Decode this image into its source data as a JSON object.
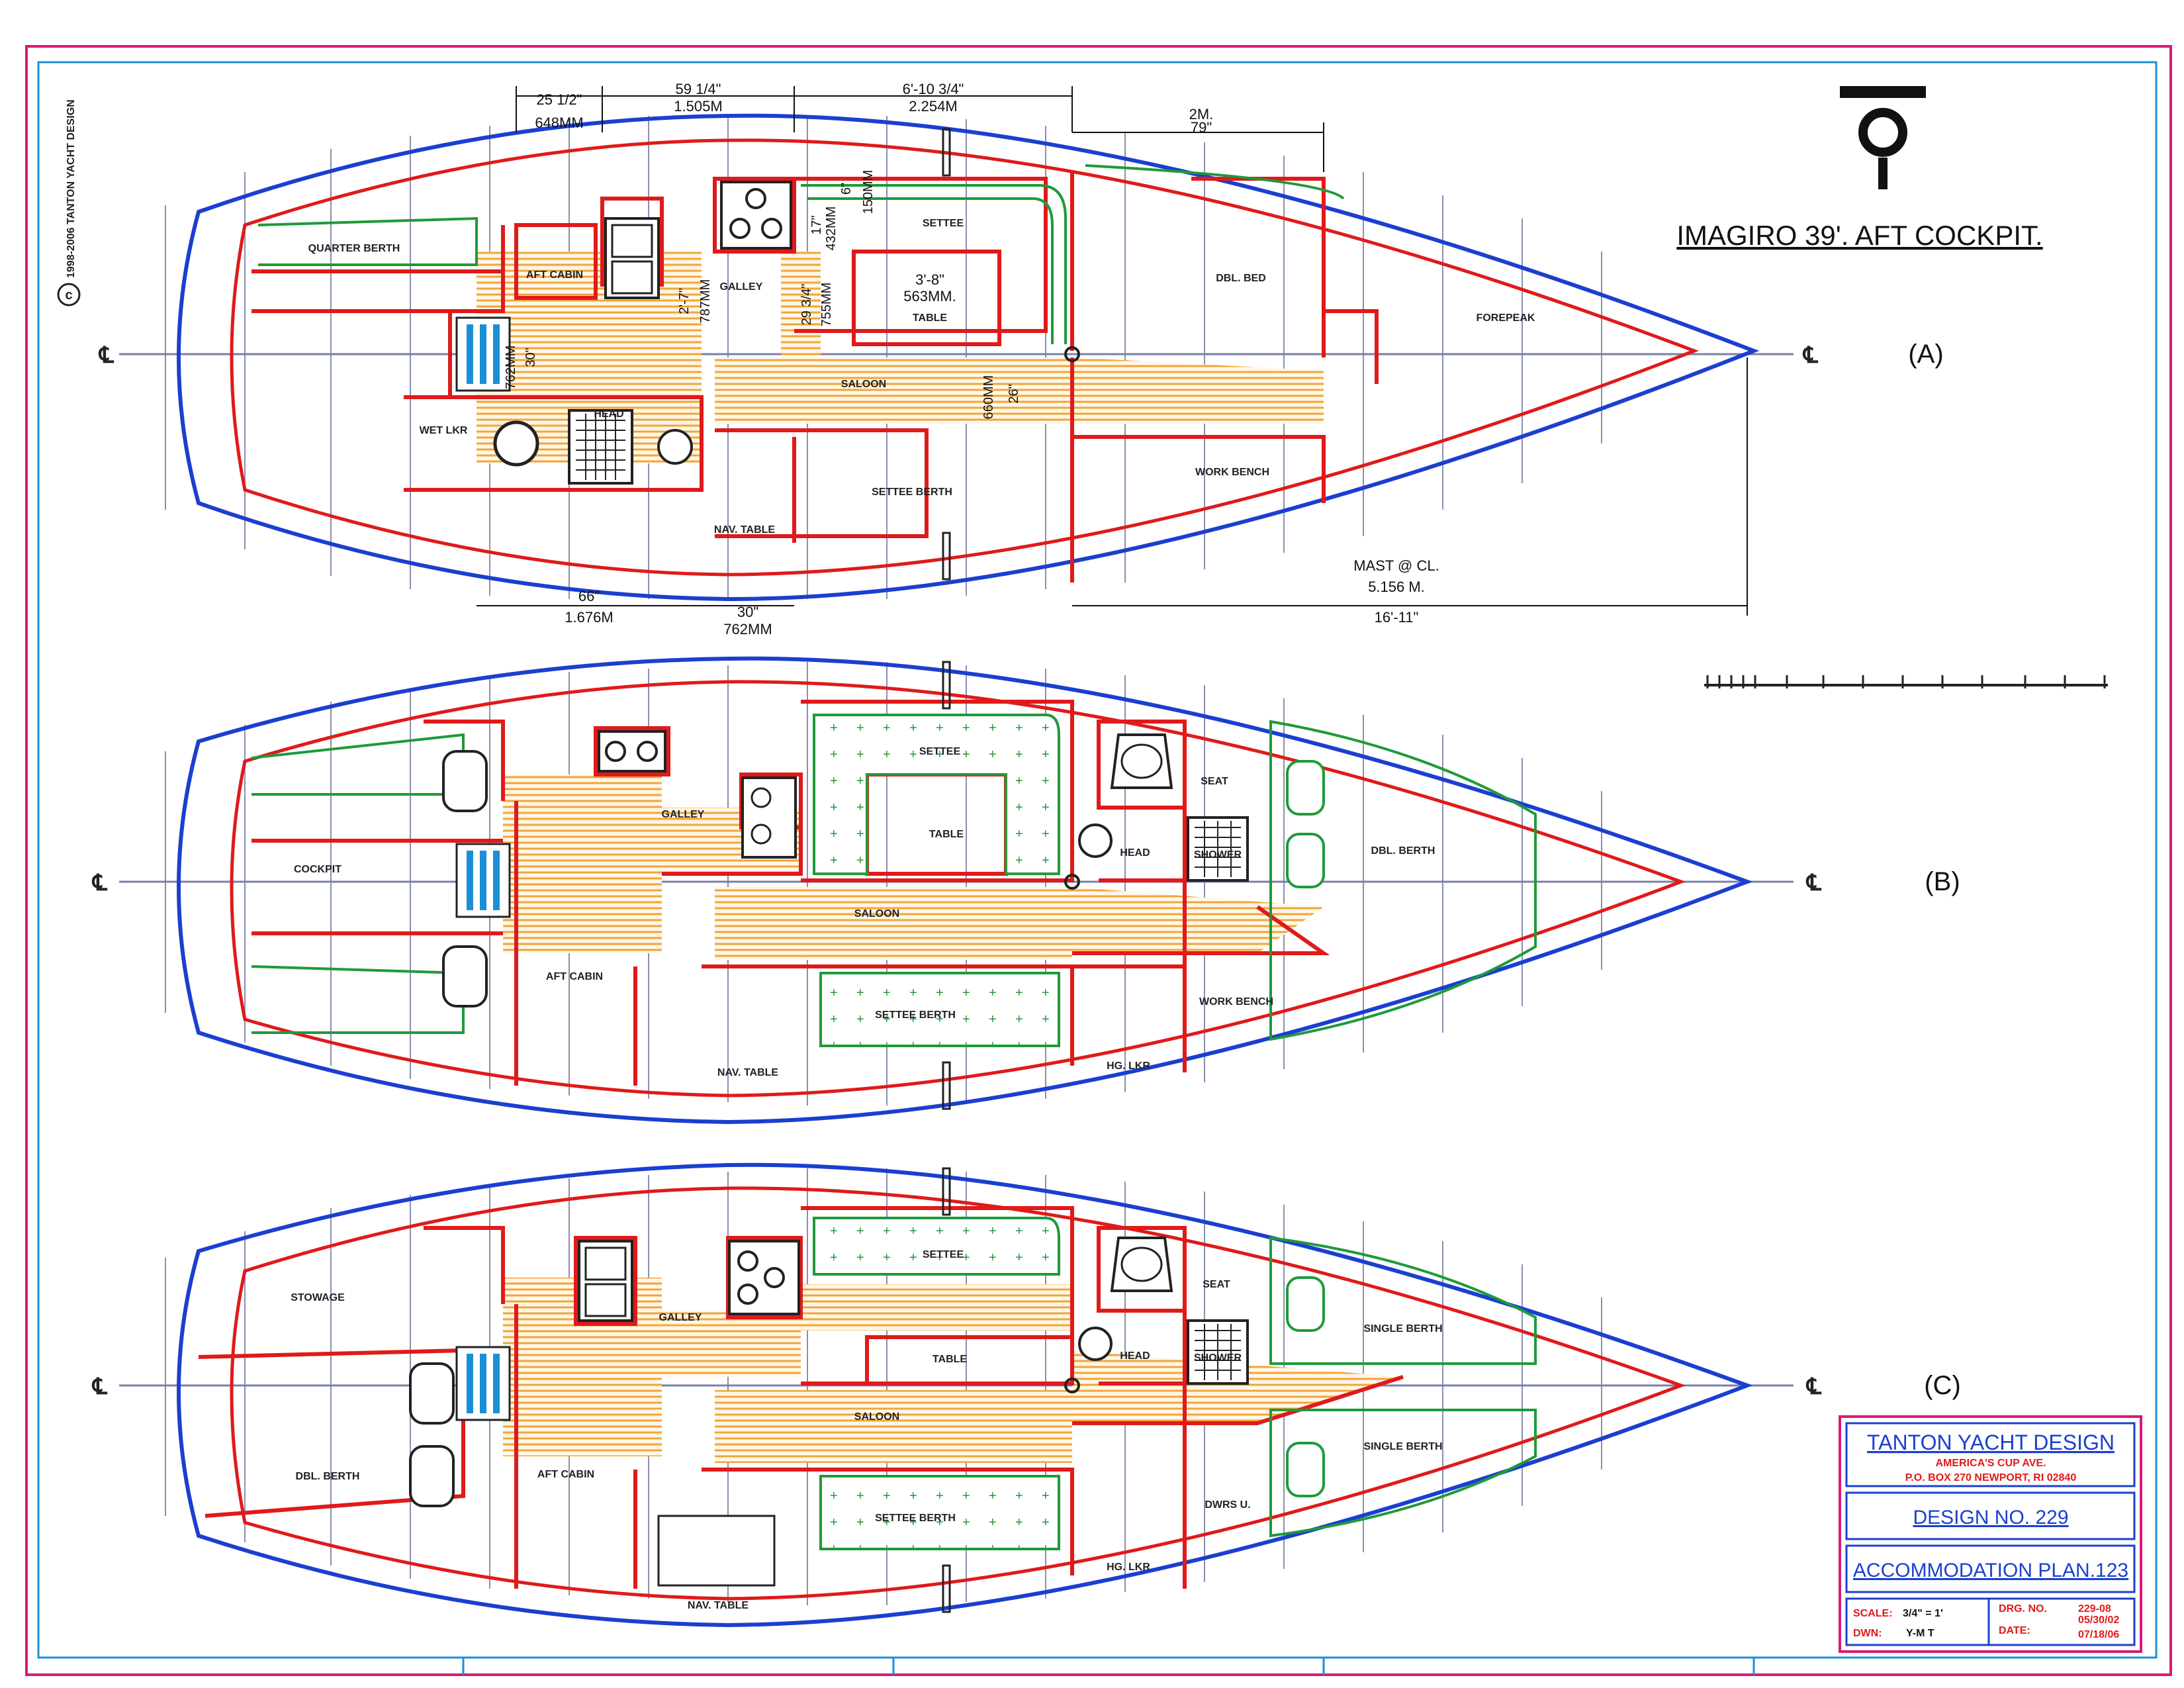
{
  "title": "IMAGIRO 39'. AFT COCKPIT.",
  "copyright": "1998-2006 TANTON YACHT DESIGN",
  "centerline_symbol": "℄",
  "plans": [
    {
      "id": "(A)",
      "rooms": [
        "QUARTER BERTH",
        "AFT CABIN",
        "GALLEY",
        "SETTEE",
        "DBL. BED",
        "FOREPEAK",
        "TABLE",
        "SALOON",
        "WET LKR",
        "HEAD",
        "SETTEE BERTH",
        "WORK BENCH",
        "NAV. TABLE"
      ],
      "dimensions": {
        "d1a": "25 1/2\"",
        "d1b": "648MM",
        "d2a": "59 1/4\"",
        "d2b": "1.505M",
        "d3a": "6'-10 3/4\"",
        "d3b": "2.254M",
        "d4a": "2M.",
        "d4b": "79\"",
        "d5a": "6\"",
        "d5b": "150MM",
        "d6a": "17\"",
        "d6b": "432MM",
        "d7a": "3'-8\"",
        "d7b": "563MM.",
        "d8a": "2'-7\"",
        "d8b": "787MM",
        "d9a": "29 3/4\"",
        "d9b": "755MM",
        "d10a": "762MM",
        "d10b": "30\"",
        "d11a": "660MM",
        "d11b": "26\"",
        "d12a": "66\"",
        "d12b": "1.676M",
        "d13a": "30\"",
        "d13b": "762MM",
        "mast1": "MAST @ CL.",
        "mast2": "5.156 M.",
        "mast3": "16'-11\""
      }
    },
    {
      "id": "(B)",
      "rooms": [
        "SETTEE",
        "GALLEY",
        "SEAT",
        "TABLE",
        "COCKPIT",
        "HEAD",
        "SHOWER",
        "DBL. BERTH",
        "SALOON",
        "AFT CABIN",
        "SETTEE BERTH",
        "WORK BENCH",
        "NAV. TABLE",
        "HG. LKR"
      ]
    },
    {
      "id": "(C)",
      "rooms": [
        "SETTEE",
        "STOWAGE",
        "GALLEY",
        "SEAT",
        "SINGLE BERTH",
        "TABLE",
        "HEAD",
        "SHOWER",
        "SALOON",
        "SINGLE BERTH",
        "DBL. BERTH",
        "AFT CABIN",
        "SETTEE BERTH",
        "DWRS U.",
        "HG. LKR",
        "NAV. TABLE"
      ]
    }
  ],
  "title_block": {
    "company": "TANTON YACHT DESIGN",
    "address1": "AMERICA'S CUP AVE.",
    "address2": "P.O. BOX 270 NEWPORT, RI 02840",
    "design_no": "DESIGN NO. 229",
    "plan": "ACCOMMODATION PLAN.123",
    "scale_label": "SCALE:",
    "scale_value": "3/4\" = 1'",
    "dwn_label": "DWN:",
    "dwn_value": "Y-M T",
    "drg_label": "DRG. NO.",
    "drg_value": "229-08",
    "date_label": "DATE:",
    "date_value1": "05/30/02",
    "date_value2": "07/18/06"
  },
  "colors": {
    "hull": "#1a3fd0",
    "interior": "#e01a1a",
    "cushion": "#1f9a3a",
    "sole": "#f2a53a",
    "border_outer": "#d81a7a",
    "border_inner": "#1a8fd8"
  }
}
